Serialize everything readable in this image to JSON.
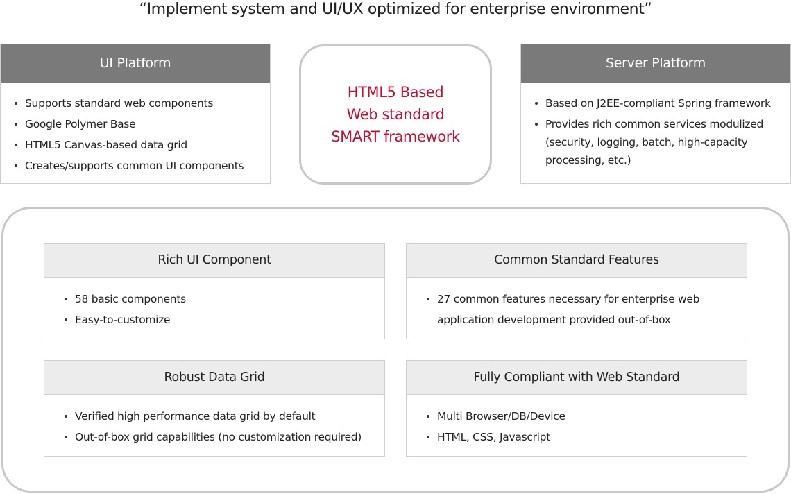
{
  "headline": "“Implement system and UI/UX optimized for enterprise environment”",
  "ui_platform": {
    "title": "UI Platform",
    "items": [
      "Supports standard web components",
      "Google Polymer Base",
      "HTML5 Canvas-based data grid",
      "Creates/supports common UI components"
    ]
  },
  "core": {
    "lines": [
      "HTML5 Based",
      "Web standard",
      "SMART framework"
    ],
    "accent_color": "#c8102e"
  },
  "server_platform": {
    "title": "Server Platform",
    "items": [
      "Based on J2EE-compliant Spring framework",
      "Provides rich common services modulized (security, logging, batch, high-capacity processing, etc.)"
    ]
  },
  "features": [
    {
      "title": "Rich UI Component",
      "items": [
        "58 basic components",
        "Easy-to-customize"
      ]
    },
    {
      "title": "Common Standard Features",
      "items": [
        "27 common features necessary for enterprise web application development provided out-of-box"
      ]
    },
    {
      "title": "Robust Data Grid",
      "items": [
        "Verified high performance data grid by default",
        "Out-of-box grid capabilities (no customization required)"
      ]
    },
    {
      "title": "Fully Compliant with Web Standard",
      "items": [
        "Multi Browser/DB/Device",
        "HTML, CSS, Javascript"
      ]
    }
  ]
}
